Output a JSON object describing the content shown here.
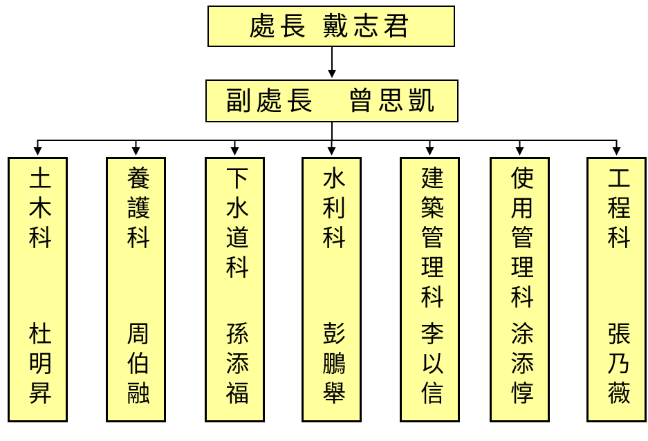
{
  "chart": {
    "type": "org-chart",
    "director": {
      "label": "處長 戴志君"
    },
    "deputy": {
      "label": "副處長　曾思凱"
    },
    "departments": [
      {
        "title": "土木科",
        "head": "杜明昇"
      },
      {
        "title": "養護科",
        "head": "周伯融"
      },
      {
        "title": "下水道科",
        "head": "孫添福"
      },
      {
        "title": "水利科",
        "head": "彭鵬舉"
      },
      {
        "title": "建築管理科",
        "head": "李以信"
      },
      {
        "title": "使用管理科",
        "head": "涂添惇"
      },
      {
        "title": "工程科",
        "head": "張乃薇"
      }
    ],
    "colors": {
      "box_fill": "#FFFF9C",
      "box_border": "#000000",
      "connector": "#000000",
      "background": "#FFFFFF"
    }
  }
}
